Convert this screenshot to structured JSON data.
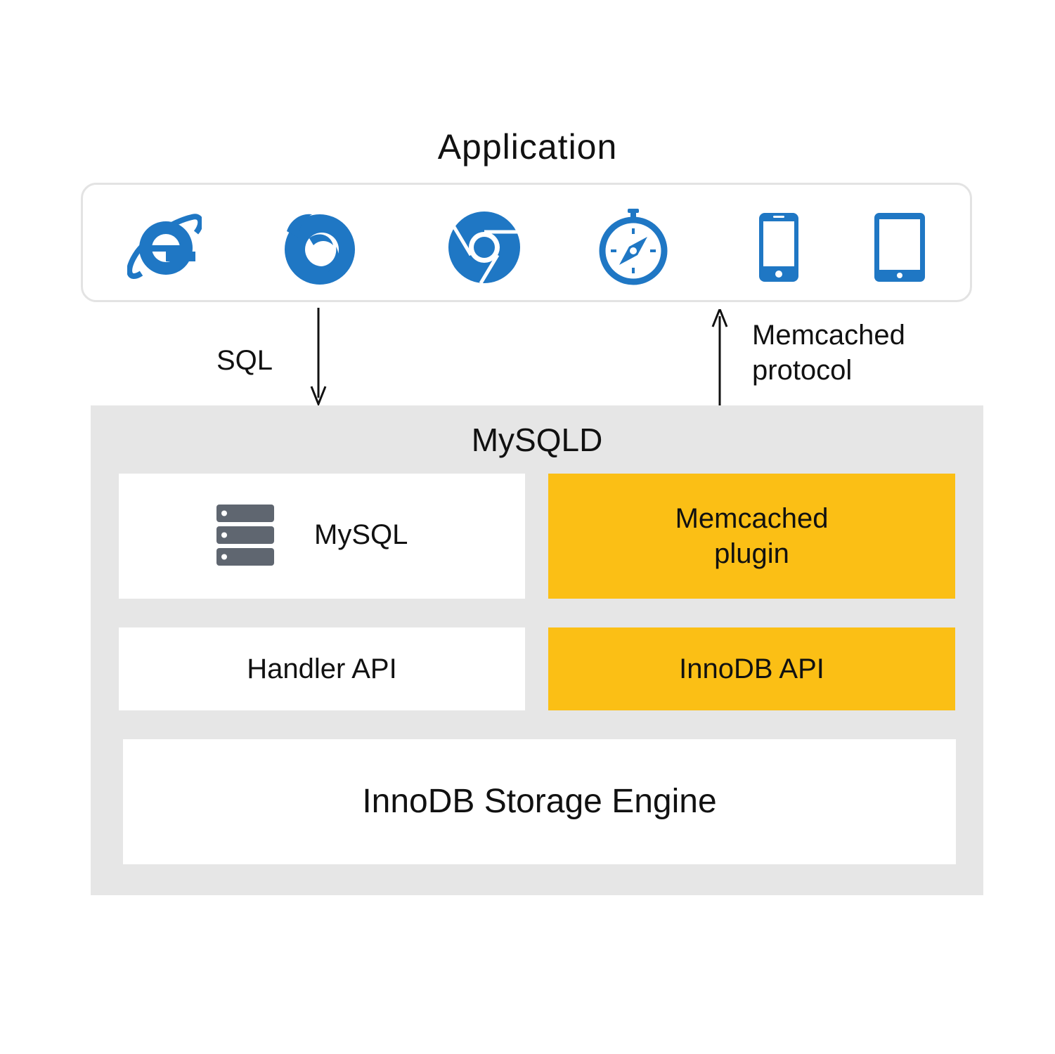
{
  "application": {
    "title": "Application",
    "icons": [
      "internet-explorer-icon",
      "firefox-icon",
      "chrome-icon",
      "safari-icon",
      "smartphone-icon",
      "tablet-icon"
    ],
    "icon_color": "#1f77c4"
  },
  "arrows": {
    "sql_label": "SQL",
    "memcached_label_line1": "Memcached",
    "memcached_label_line2": "protocol"
  },
  "mysqld": {
    "title": "MySQLD",
    "mysql_label": "MySQL",
    "memcached_plugin_line1": "Memcached",
    "memcached_plugin_line2": "plugin",
    "handler_api": "Handler API",
    "innodb_api": "InnoDB API",
    "storage_engine": "InnoDB Storage Engine"
  },
  "colors": {
    "accent_yellow": "#fbbf15",
    "container_gray": "#e6e6e6",
    "server_icon_gray": "#5f6670"
  }
}
